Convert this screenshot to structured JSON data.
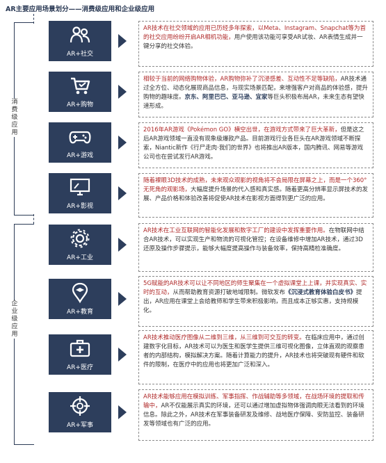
{
  "title": "AR主要应用场景划分——消费级应用和企业级应用",
  "groups": {
    "consumer": "消费级应用",
    "enterprise": "企业级应用"
  },
  "colors": {
    "accent": "#2d3e5c",
    "highlight": "#b02a2a"
  },
  "items": [
    {
      "label": "AR+社交",
      "icon": "people-icon",
      "segments": [
        {
          "t": "AR技术在社交领域的应用已历经多年探索，以Meta、Instagram、Snapchat等为首的社交应用纷纷开启AR相机功能，",
          "s": "hl"
        },
        {
          "t": "用户使用该功能可享受AR试妆、AR表情生成并一键分享的社交体验。",
          "s": ""
        }
      ]
    },
    {
      "label": "AR+购物",
      "icon": "shopping-cart-icon",
      "segments": [
        {
          "t": "相较于当前的网络购物体验，AR购物弥补了沉浸感差、互动性不足等缺陷，",
          "s": "hl"
        },
        {
          "t": "AR技术通过全方位、动态化展现商品信息，与现实场景匹配，来增强客户对商品的体验感，提升购物的趣味度。",
          "s": ""
        },
        {
          "t": "京东、阿里巴巴、亚马逊、宜家",
          "s": "ga"
        },
        {
          "t": "等巨头积极布局AR，未来生态有望快速形成。",
          "s": ""
        }
      ]
    },
    {
      "label": "AR+游戏",
      "icon": "gamepad-icon",
      "segments": [
        {
          "t": "2016年AR游戏《Pokémon GO》横空出世，在游戏方式带来了巨大革新，",
          "s": "hl"
        },
        {
          "t": "但是这之后AR游戏领域一直没有现象级爆款产品。目前游戏行业各巨头在AR游戏领域不断探索，Niantic新作《行尸走肉·我们的世界》也将推出AR版本，国内腾讯、网易等游戏公司也在尝试发行AR游戏。",
          "s": ""
        }
      ]
    },
    {
      "label": "AR+影视",
      "icon": "monitor-icon",
      "segments": [
        {
          "t": "随着裸眼3D技术的成熟，未来观众观影的视角将不会局限在屏幕之上，而是一个360°无死角的观影场，",
          "s": "hl"
        },
        {
          "t": "大幅度提升场景的代入感和真实感。随着更高分辨率显示屏技术的发展、产品价格和体验改善将促使AR技术在影视方面得到更广泛的应用。",
          "s": ""
        }
      ]
    },
    {
      "label": "AR+工业",
      "icon": "gear-icon",
      "segments": [
        {
          "t": "AR技术在工业互联网的智能化发展和数字工厂的建设中发挥重要作用。",
          "s": "hl"
        },
        {
          "t": "在物联网中结合AR技术，可以实现生产和物流的可视化管控；在设备维修中增加AR技术，通过3D还原及操作步骤提示，能够大幅度提高操作与装备效率，保持高精检准确度。",
          "s": ""
        }
      ]
    },
    {
      "label": "AR+教育",
      "icon": "education-icon",
      "segments": [
        {
          "t": "5G赋能的AR技术可以让不同地区的师生聚集在一个虚拟课堂上上课，并实现真实、实时的互动，",
          "s": "hl"
        },
        {
          "t": "从而帮助教育资源打破地域限制。微软发布",
          "s": ""
        },
        {
          "t": "《沉浸式教育体验白皮书》",
          "s": "ga"
        },
        {
          "t": "提出，AR应用在课堂上会给教师和学生带来积极影响，而且成本正够实惠，支持规模化。",
          "s": ""
        }
      ]
    },
    {
      "label": "AR+医疗",
      "icon": "medical-kit-icon",
      "segments": [
        {
          "t": "AR技术推动医疗图像从二维到三维，从三维到可交互的转变。",
          "s": "hl"
        },
        {
          "t": "在临床应用中，通过创建数字化目标，AR技术可以为医生和医学生提供三维可视化图像，立体直观的观察患者的内部结构，模拟解决方案。随着计算能力的提升，AR技术也将突破现有硬件和软件的限制，在医疗中的应用也将更加广泛和深入。",
          "s": ""
        }
      ]
    },
    {
      "label": "AR+军事",
      "icon": "crosshair-icon",
      "segments": [
        {
          "t": "AR技术能够应用在模拟训练、军事指挥、作战辅助等多领域，在战场环境的提取和传输中，",
          "s": "hl"
        },
        {
          "t": "AR不仅能展示真实的环境，还可以通过增加虚拟物体强调肉眼无法看到的环境信息。除此之外，AR技术在军事装备研发及维修、战地医疗保障、安防监控、装备研发等领域也有广泛的应用。",
          "s": ""
        }
      ]
    }
  ]
}
